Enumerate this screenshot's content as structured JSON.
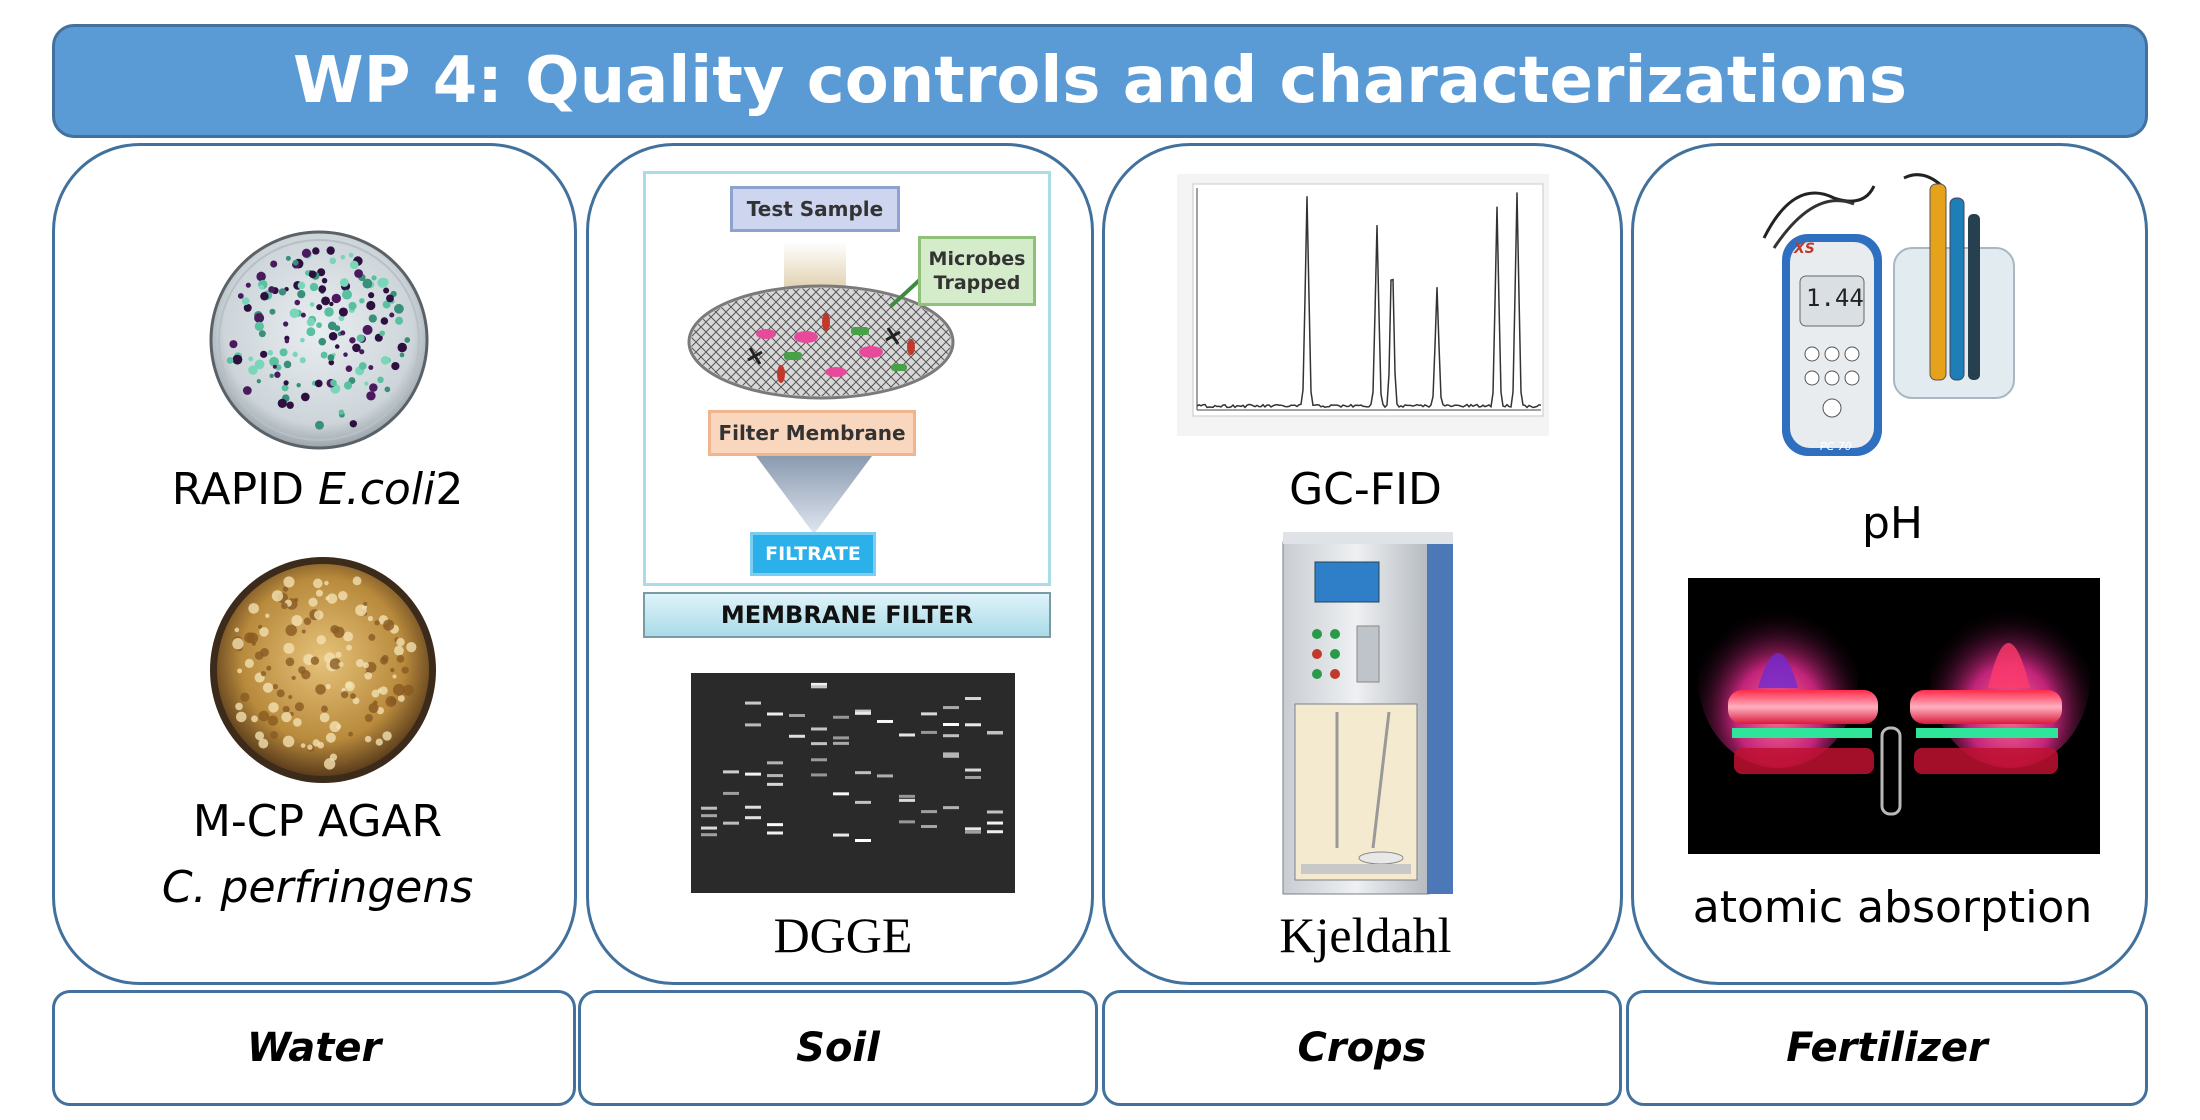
{
  "title": "WP 4: Quality controls and characterizations",
  "categories": {
    "water": "Water",
    "soil": "Soil",
    "crops": "Crops",
    "fertilizer": "Fertilizer"
  },
  "water": {
    "rapid_prefix": "RAPID ",
    "rapid_italic": "E.coli",
    "rapid_suffix": "2",
    "mcp_line1": "M-CP AGAR",
    "mcp_line2": "C. perfringens"
  },
  "soil": {
    "test_sample": "Test Sample",
    "microbes_line1": "Microbes",
    "microbes_line2": "Trapped",
    "filter_membrane": "Filter Membrane",
    "filtrate": "FILTRATE",
    "membrane_filter": "MEMBRANE FILTER",
    "dgge": "DGGE"
  },
  "crops": {
    "gcfid": "GC-FID",
    "kjeldahl": "Kjeldahl"
  },
  "fertilizer": {
    "ph": "pH",
    "meter_brand": "XS",
    "meter_reading": "1.44",
    "meter_model": "PC 70",
    "atomic": "atomic absorption"
  },
  "colors": {
    "banner": "#5b9bd5",
    "border": "#41719c"
  }
}
